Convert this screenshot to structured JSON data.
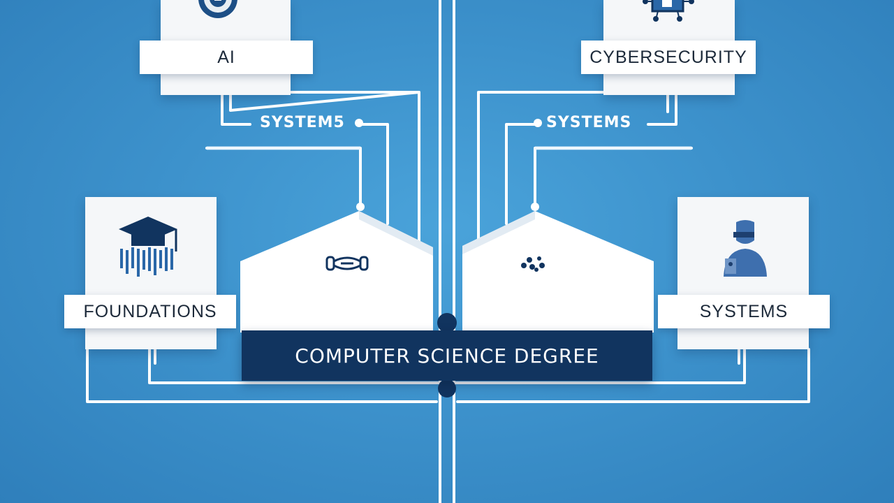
{
  "diagram": {
    "center_label": "COMPUTER SCIENCE DEGREE",
    "top_left_card": {
      "label": "AI",
      "icon": "ai-badge-icon"
    },
    "top_right_card": {
      "label": "CYBERSECURITY",
      "icon": "circuit-chip-icon"
    },
    "left_card": {
      "label": "FOUNDATIONS",
      "icon": "graduation-cap-icon"
    },
    "right_card": {
      "label": "SYSTEMS",
      "icon": "person-icon"
    },
    "left_connector_label": "SYSTEM5",
    "right_connector_label": "SYSTEMS",
    "left_house_icon": "cable-icon",
    "right_house_icon": "cluster-icon"
  },
  "colors": {
    "background": "#3d92cc",
    "banner": "#11345f",
    "card": "#f5f7f9",
    "wire": "#ffffff",
    "connector": "#11345f"
  }
}
